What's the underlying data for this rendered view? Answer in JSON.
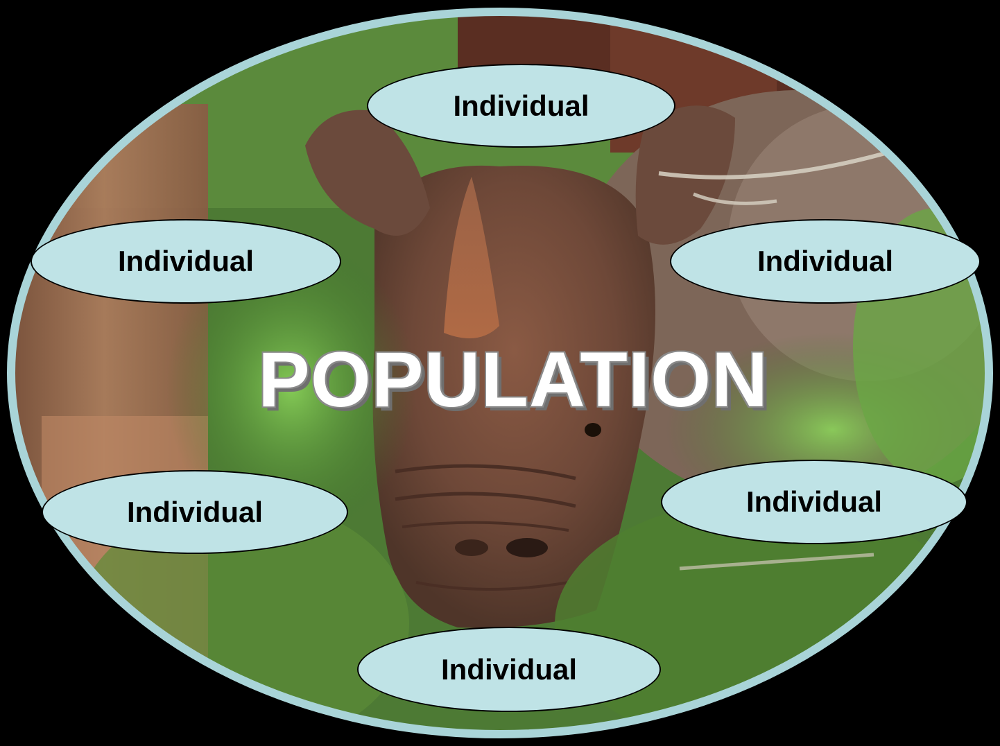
{
  "diagram": {
    "title": "POPULATION",
    "individuals": [
      "Individual",
      "Individual",
      "Individual",
      "Individual",
      "Individual",
      "Individual"
    ]
  },
  "colors": {
    "background": "#000000",
    "outer_ellipse_border": "#a9d4d8",
    "individual_fill": "#bfe3e6",
    "individual_border": "#000000",
    "title_fill": "#ffffff",
    "title_outline": "#8a8a8a"
  },
  "image": {
    "subject": "rhino-face-photo"
  }
}
